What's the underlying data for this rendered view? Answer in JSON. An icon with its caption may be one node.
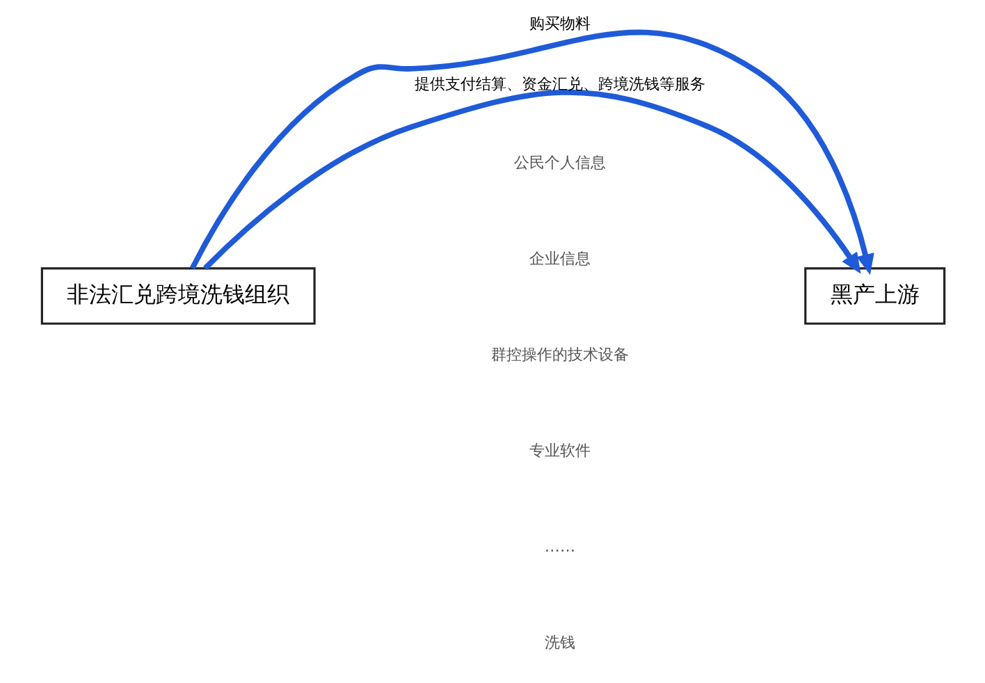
{
  "diagram": {
    "nodes": [
      {
        "text": [
          "非法汇兑跨境洗钱组织"
        ]
      },
      {
        "text": [
          "黑产上游"
        ]
      }
    ],
    "edges": [
      {
        "from": 0,
        "to": 1,
        "arrow": "to",
        "label": "购买物料"
      },
      {
        "from": 0,
        "to": 1,
        "arrow": "to",
        "label": "提供支付结算、资金汇兑、跨境洗钱等服务"
      }
    ],
    "labels": [
      "公民个人信息",
      "企业信息",
      "群控操作的技术设备",
      "专业软件",
      "……",
      "洗钱"
    ]
  }
}
